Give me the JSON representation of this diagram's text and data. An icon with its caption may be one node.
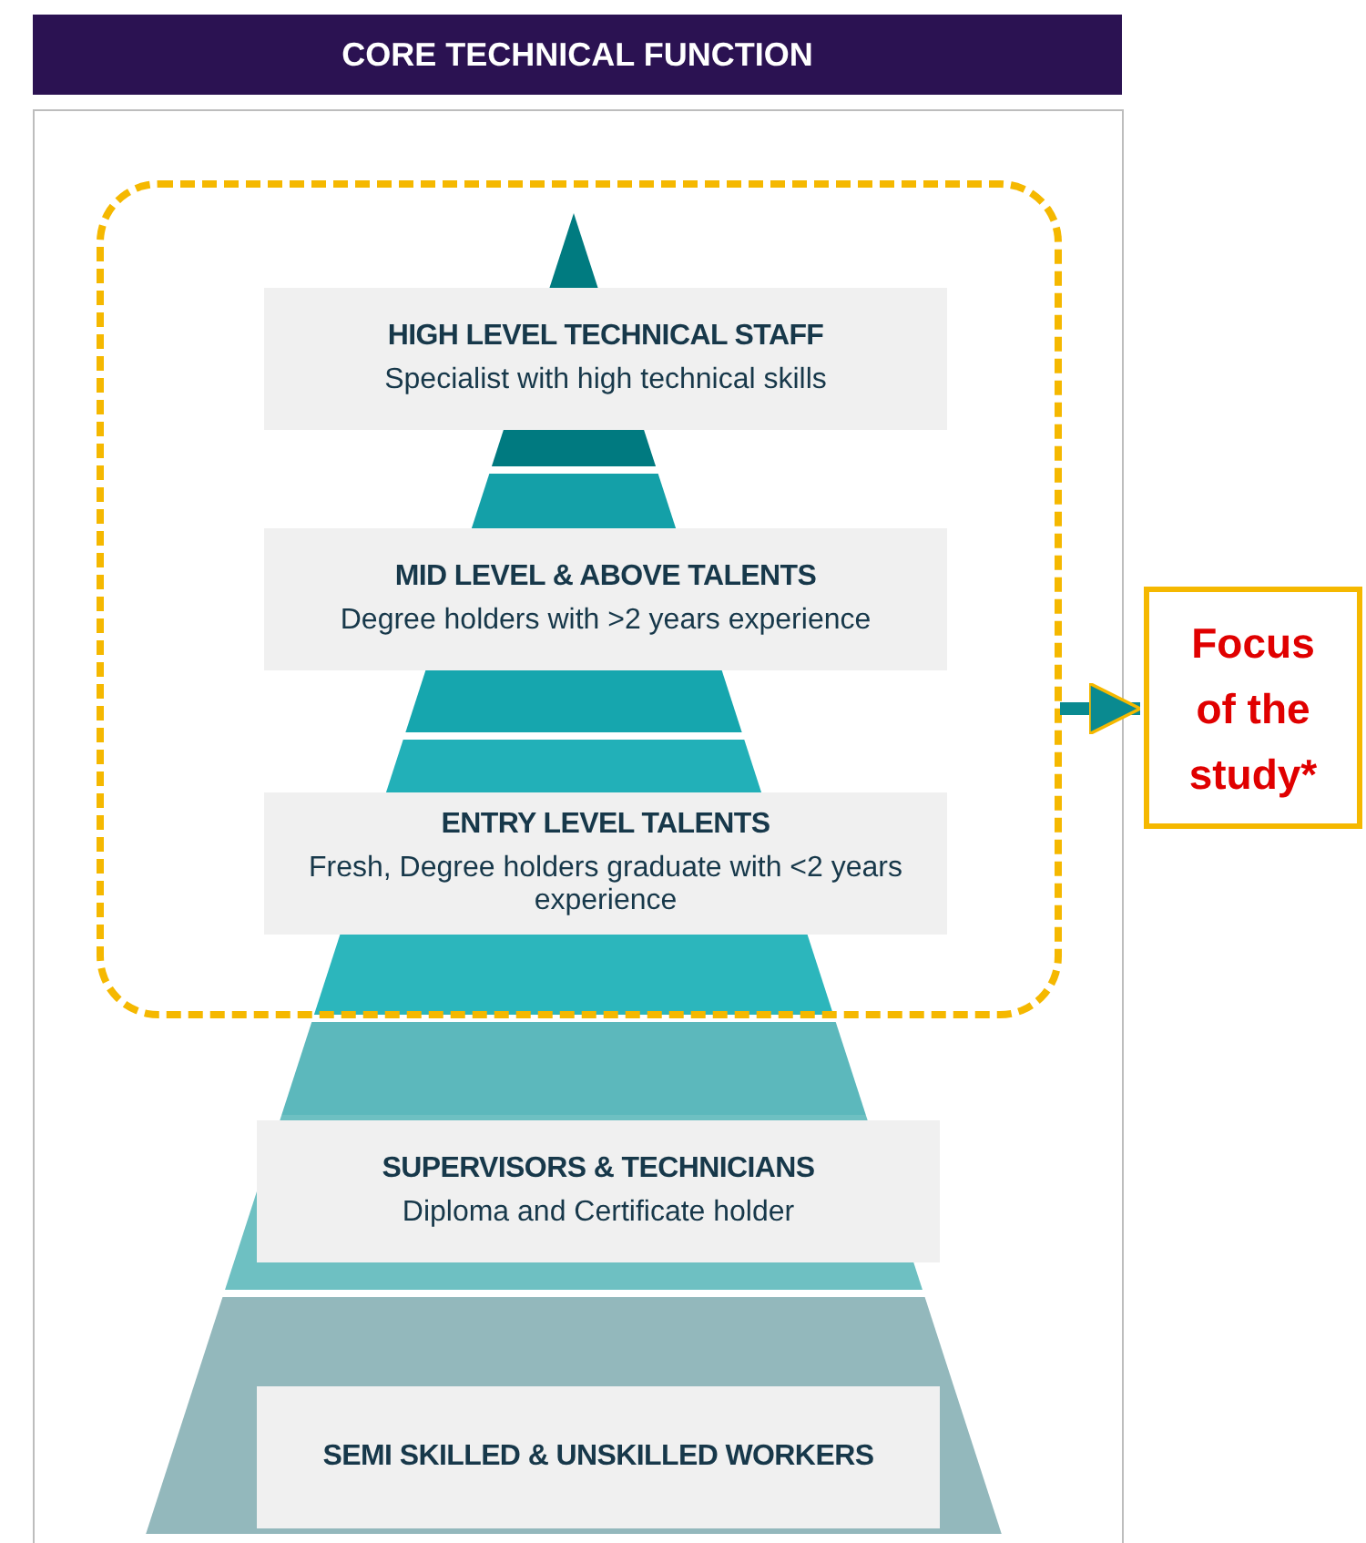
{
  "diagram": {
    "nodes": [
      {
        "text": [
          "CORE TECHNICAL FUNCTION"
        ]
      },
      {
        "text": [],
        "shape": "box"
      },
      {
        "text": [],
        "shape": "box",
        "in": 1
      },
      {
        "text": [
          "HIGH LEVEL TECHNICAL STAFF",
          "Specialist with high technical skills"
        ],
        "in": 2
      },
      {
        "text": [
          "MID LEVEL & ABOVE TALENTS",
          "Degree holders with >2 years experience"
        ],
        "in": 2
      },
      {
        "text": [
          "ENTRY LEVEL TALENTS",
          "Fresh,  Degree holders graduate with <2 years experience"
        ],
        "in": 2
      },
      {
        "text": [
          "SUPERVISORS & TECHNICIANS",
          "Diploma and Certificate holder"
        ],
        "in": 1
      },
      {
        "text": [
          "SEMI SKILLED & UNSKILLED WORKERS"
        ],
        "in": 1
      },
      {
        "text": [
          "Focus of the study*"
        ]
      }
    ],
    "edges": [
      {
        "from": 2,
        "to": 8,
        "arrow": "to"
      }
    ]
  }
}
